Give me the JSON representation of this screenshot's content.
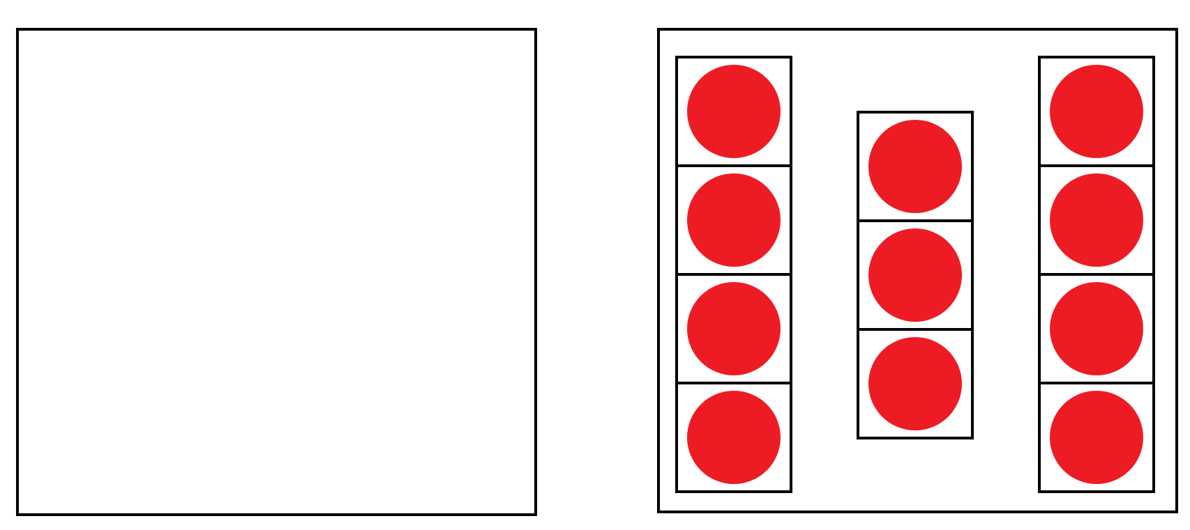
{
  "colors": {
    "background": "#ffffff",
    "stroke": "#000000",
    "counter_fill": "#ed1c24"
  },
  "panels": [
    {
      "id": "left",
      "columns": []
    },
    {
      "id": "right",
      "columns": [
        {
          "id": "left-column",
          "cells": 4,
          "filled": [
            true,
            true,
            true,
            true
          ]
        },
        {
          "id": "middle-column",
          "cells": 3,
          "filled": [
            true,
            true,
            true
          ]
        },
        {
          "id": "right-column",
          "cells": 4,
          "filled": [
            true,
            true,
            true,
            true
          ]
        }
      ]
    }
  ]
}
